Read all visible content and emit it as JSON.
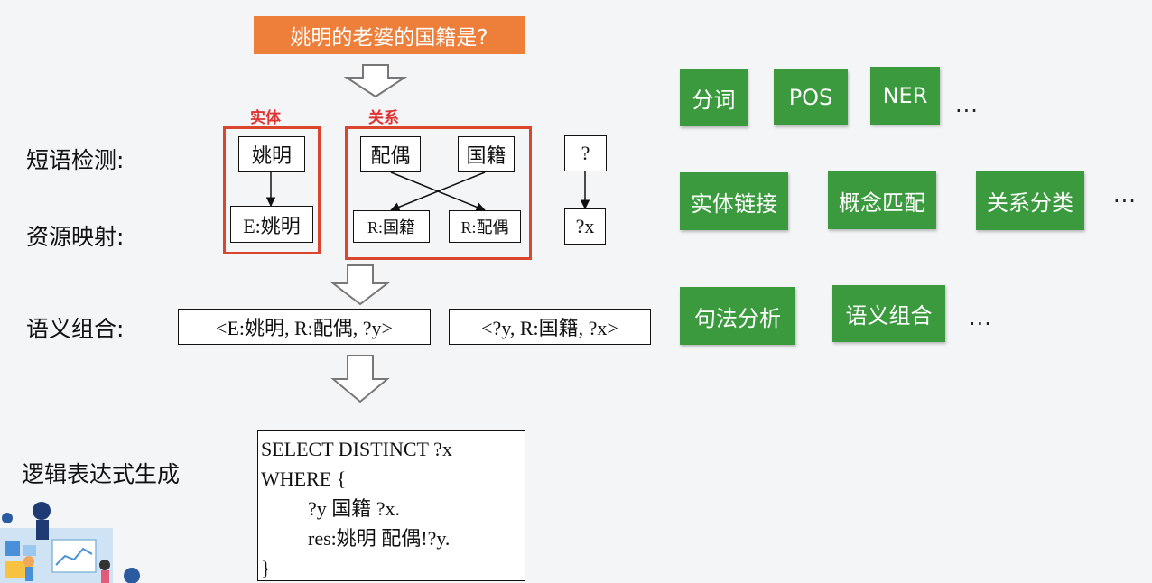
{
  "question": "姚明的老婆的国籍是?",
  "rows": {
    "phrase_detection": "短语检测:",
    "resource_mapping": "资源映射:",
    "semantic_composition": "语义组合:",
    "logical_form": "逻辑表达式生成"
  },
  "group_labels": {
    "entity": "实体",
    "relation": "关系"
  },
  "phrases": {
    "entity": "姚明",
    "relation1": "配偶",
    "relation2": "国籍",
    "variable": "?"
  },
  "mappings": {
    "entity": "E:姚明",
    "relation_a": "R:国籍",
    "relation_b": "R:配偶",
    "variable": "?x"
  },
  "compositions": [
    "<E:姚明, R:配偶, ?y>",
    "<?y, R:国籍, ?x>"
  ],
  "sparql": [
    "SELECT DISTINCT ?x",
    "WHERE {",
    "?y 国籍 ?x.",
    "res:姚明 配偶!?y.",
    "}"
  ],
  "techniques": {
    "row1": [
      "分词",
      "POS",
      "NER"
    ],
    "row2": [
      "实体链接",
      "概念匹配",
      "关系分类"
    ],
    "row3": [
      "句法分析",
      "语义组合"
    ]
  },
  "ellipsis": "...",
  "colors": {
    "accent_orange": "#ee7f3a",
    "box_red": "#d9452d",
    "tag_green": "#3a9a3d"
  }
}
